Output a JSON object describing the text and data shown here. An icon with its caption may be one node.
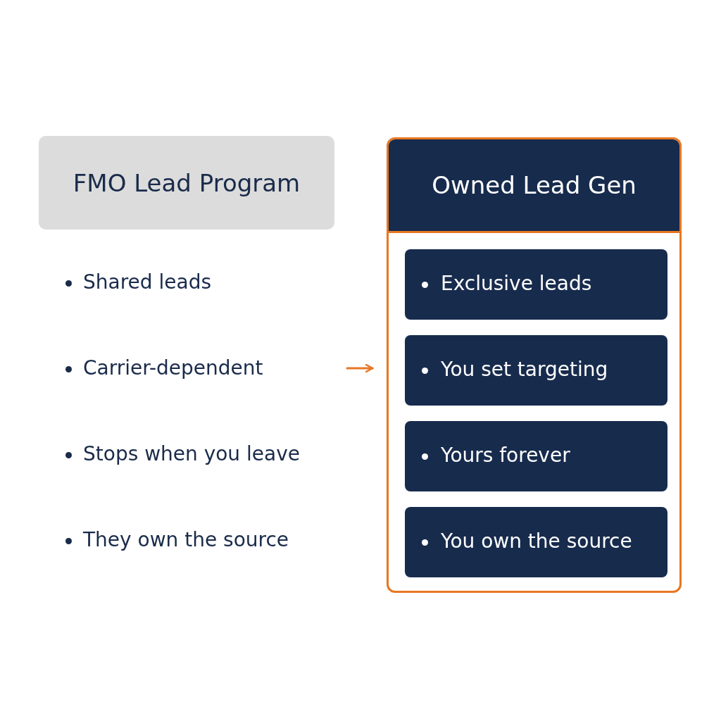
{
  "diagram": {
    "nodes": [
      {
        "text": [
          "FMO Lead Program"
        ]
      },
      {
        "text": [
          "Owned Lead Gen"
        ]
      },
      {
        "text": [
          "Exclusive leads"
        ],
        "in": 1
      },
      {
        "text": [
          "You set targeting"
        ],
        "in": 1
      },
      {
        "text": [
          "Yours forever"
        ],
        "in": 1
      },
      {
        "text": [
          "You own the source"
        ],
        "in": 1
      }
    ],
    "edges": [
      {
        "from": null,
        "to": 1,
        "arrow": "to",
        "color": "#e87722"
      }
    ],
    "labels": [
      "Shared leads",
      "Carrier-dependent",
      "Stops when you leave",
      "They own the source"
    ]
  }
}
